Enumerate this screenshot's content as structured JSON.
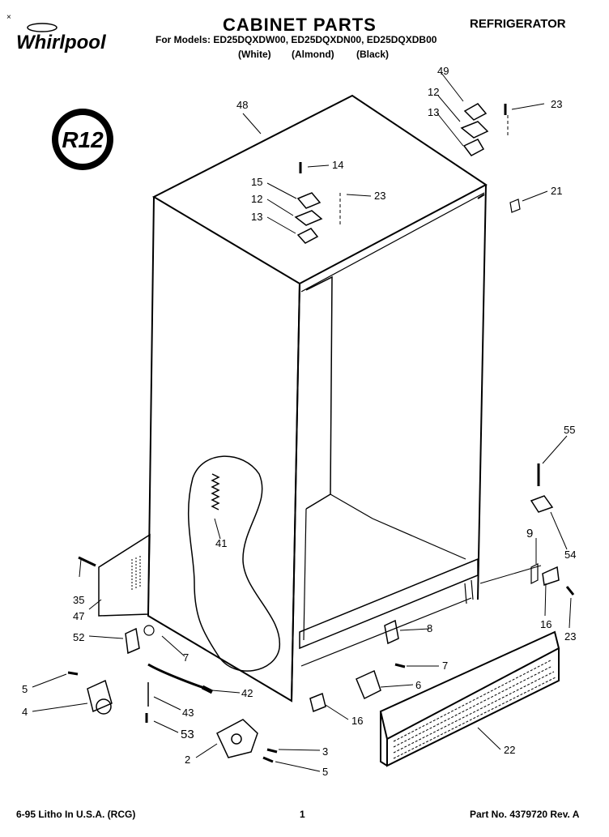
{
  "header": {
    "brand": "Whirlpool",
    "title": "CABINET PARTS",
    "appliance": "REFRIGERATOR",
    "models_label": "For Models: ED25DQXDW00, ED25DQXDN00, ED25DQXDB00",
    "variants": [
      "(White)",
      "(Almond)",
      "(Black)"
    ],
    "badge": "R-12"
  },
  "callouts": [
    {
      "id": "c48",
      "label": "48"
    },
    {
      "id": "c49",
      "label": "49"
    },
    {
      "id": "c12a",
      "label": "12"
    },
    {
      "id": "c13a",
      "label": "13"
    },
    {
      "id": "c23a",
      "label": "23"
    },
    {
      "id": "c14",
      "label": "14"
    },
    {
      "id": "c15",
      "label": "15"
    },
    {
      "id": "c12b",
      "label": "12"
    },
    {
      "id": "c13b",
      "label": "13"
    },
    {
      "id": "c23b",
      "label": "23"
    },
    {
      "id": "c21",
      "label": "21"
    },
    {
      "id": "c55",
      "label": "55"
    },
    {
      "id": "c41",
      "label": "41"
    },
    {
      "id": "c9",
      "label": "9"
    },
    {
      "id": "c54",
      "label": "54"
    },
    {
      "id": "c35",
      "label": "35"
    },
    {
      "id": "c47",
      "label": "47"
    },
    {
      "id": "c52",
      "label": "52"
    },
    {
      "id": "c7a",
      "label": "7"
    },
    {
      "id": "c8",
      "label": "8"
    },
    {
      "id": "c16a",
      "label": "16"
    },
    {
      "id": "c23c",
      "label": "23"
    },
    {
      "id": "c5a",
      "label": "5"
    },
    {
      "id": "c4",
      "label": "4"
    },
    {
      "id": "c42",
      "label": "42"
    },
    {
      "id": "c43",
      "label": "43"
    },
    {
      "id": "c53",
      "label": "53"
    },
    {
      "id": "c7b",
      "label": "7"
    },
    {
      "id": "c6",
      "label": "6"
    },
    {
      "id": "c16b",
      "label": "16"
    },
    {
      "id": "c3",
      "label": "3"
    },
    {
      "id": "c2",
      "label": "2"
    },
    {
      "id": "c5b",
      "label": "5"
    },
    {
      "id": "c22",
      "label": "22"
    }
  ],
  "footer": {
    "left": "6-95 Litho In U.S.A. (RCG)",
    "page": "1",
    "right": "Part No. 4379720 Rev. A"
  }
}
